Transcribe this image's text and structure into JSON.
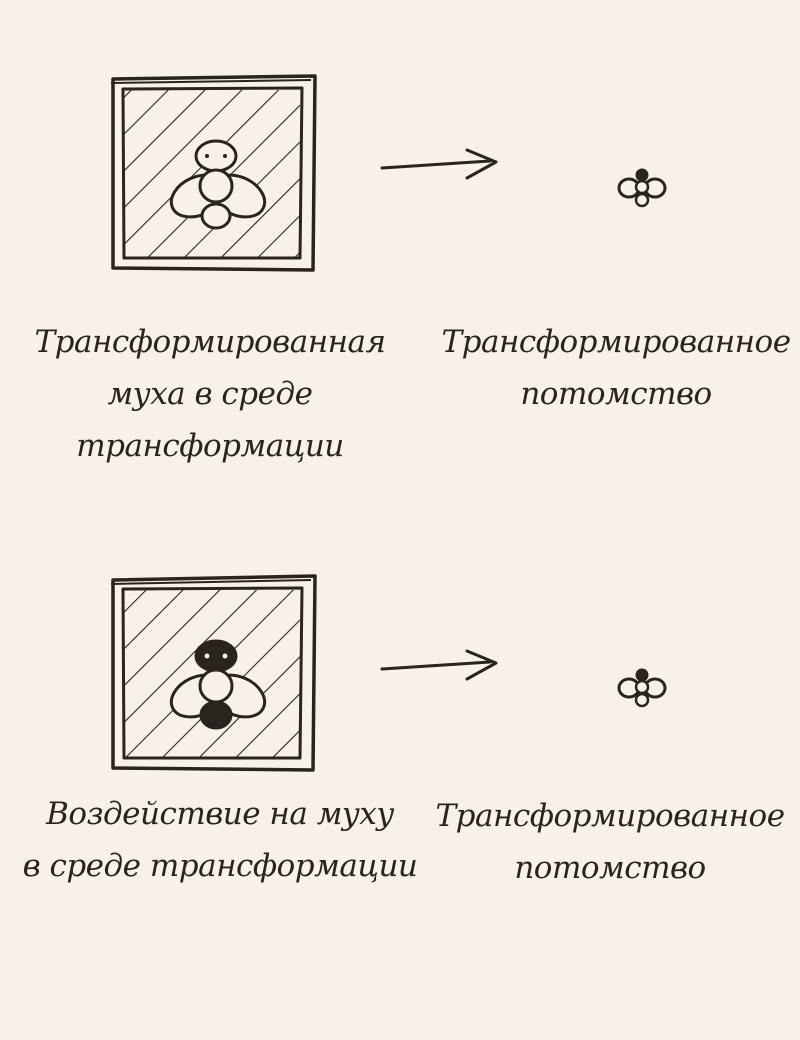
{
  "background_color": "#f8f1e7",
  "ink_color": "#2a241e",
  "rows": [
    {
      "left_caption": "Трансформированная\nмуха в среде\nтрансформации",
      "right_caption": "Трансформированное\nпотомство",
      "fly_body": "outlined",
      "left_icon": "fly-in-hatched-frame-icon",
      "arrow_icon": "arrow-right-icon",
      "right_icon": "offspring-icon"
    },
    {
      "left_caption": "Воздействие на муху\nв среде трансформации",
      "right_caption": "Трансформированное\nпотомство",
      "fly_body": "filled",
      "left_icon": "fly-in-hatched-frame-icon",
      "arrow_icon": "arrow-right-icon",
      "right_icon": "offspring-icon"
    }
  ]
}
